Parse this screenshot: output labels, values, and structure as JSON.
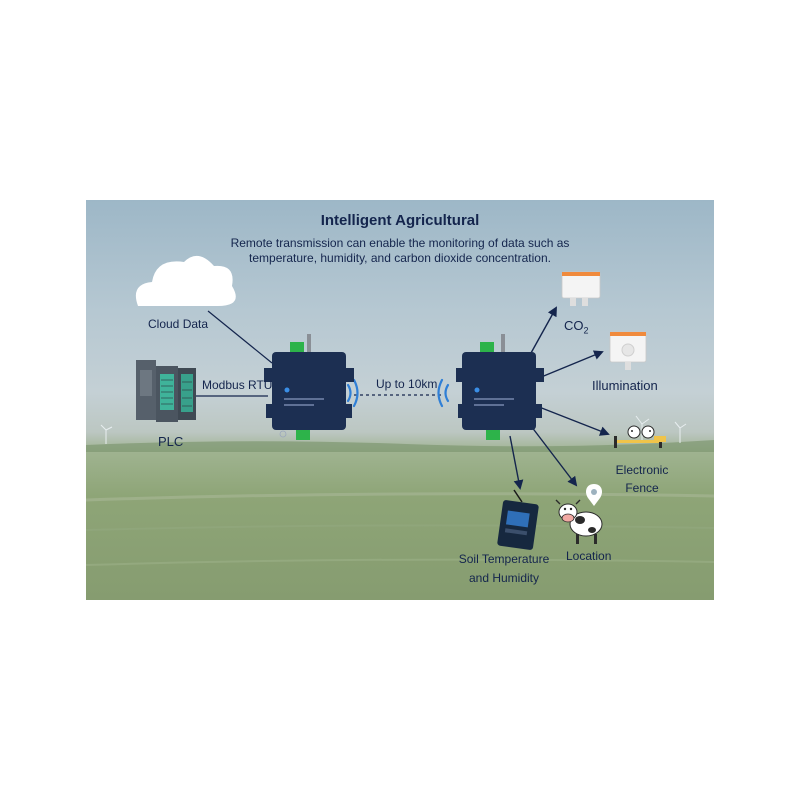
{
  "header": {
    "title": "Intelligent Agricultural",
    "subtitle_line1": "Remote transmission can enable the monitoring of data such as",
    "subtitle_line2": "temperature, humidity, and carbon dioxide concentration."
  },
  "nodes": {
    "cloud": "Cloud Data",
    "plc": "PLC",
    "modbus": "Modbus RTU",
    "range": "Up to 10km",
    "co2_main": "CO",
    "co2_sub": "2",
    "illumination": "Illumination",
    "fence_line1": "Electronic",
    "fence_line2": "Fence",
    "soil_line1": "Soil Temperature",
    "soil_line2": "and Humidity",
    "location": "Location"
  },
  "colors": {
    "navy": "#14254d",
    "device": "#1c2f52",
    "signal": "#2f7fd6"
  }
}
